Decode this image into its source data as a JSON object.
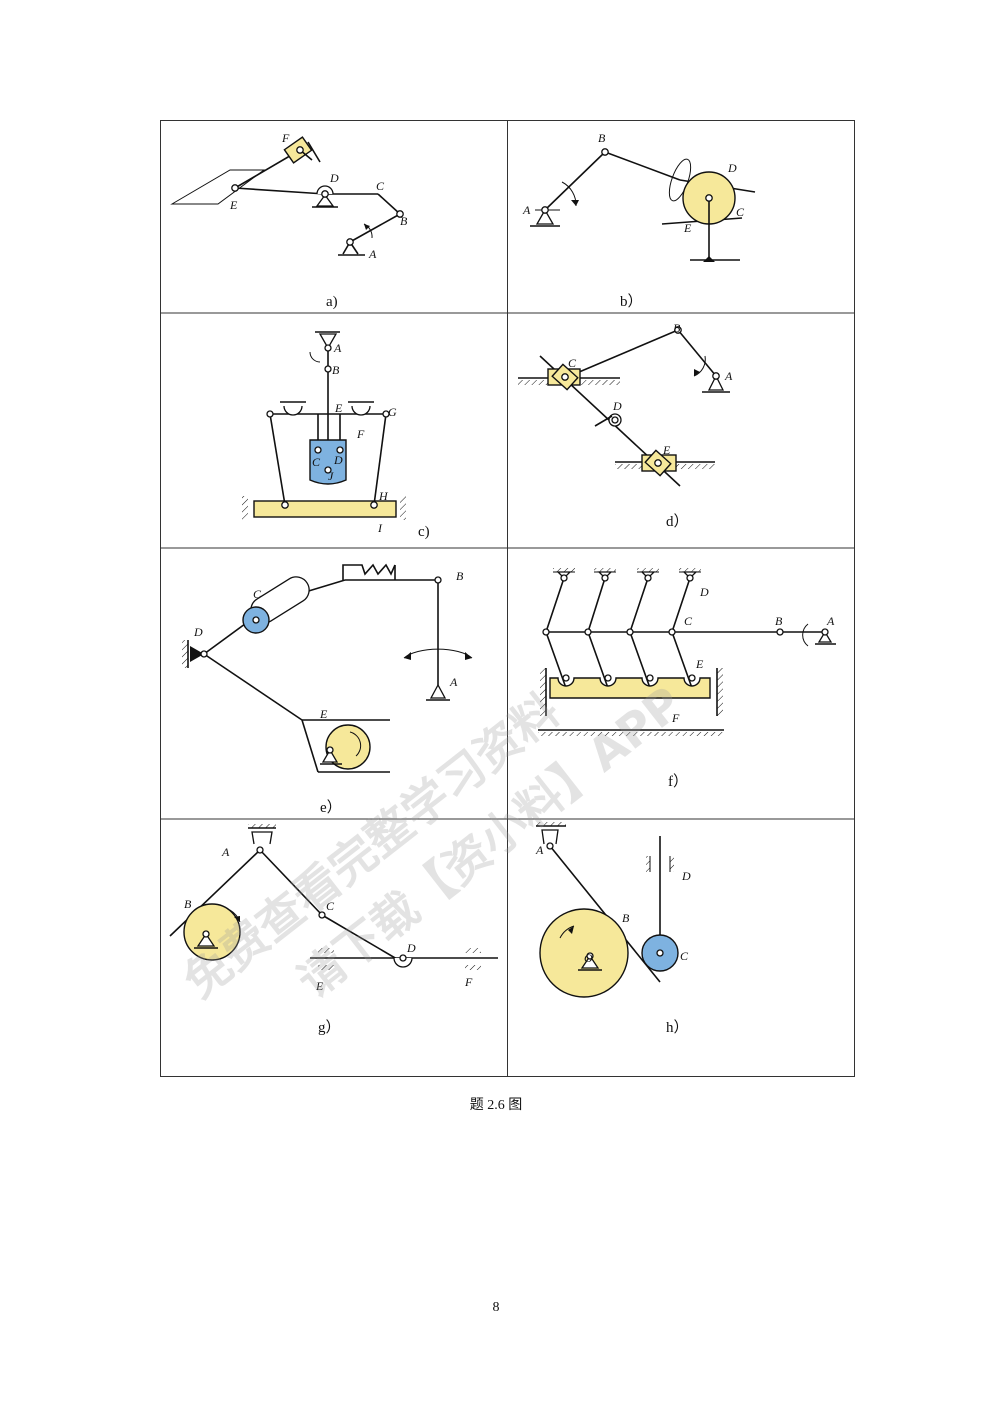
{
  "figures": [
    {
      "id": "a",
      "caption": "a)",
      "labels": [
        "F",
        "D",
        "C",
        "E",
        "B",
        "A"
      ]
    },
    {
      "id": "b",
      "caption": "b）",
      "labels": [
        "B",
        "D",
        "A",
        "C",
        "E"
      ]
    },
    {
      "id": "c",
      "caption": "c)",
      "labels": [
        "A",
        "B",
        "E",
        "G",
        "F",
        "C",
        "D",
        "J",
        "H",
        "I"
      ]
    },
    {
      "id": "d",
      "caption": "d）",
      "labels": [
        "B",
        "C",
        "A",
        "D",
        "E"
      ]
    },
    {
      "id": "e",
      "caption": "e）",
      "labels": [
        "C",
        "B",
        "D",
        "A",
        "E"
      ]
    },
    {
      "id": "f",
      "caption": "f）",
      "labels": [
        "D",
        "C",
        "B",
        "A",
        "E",
        "F"
      ]
    },
    {
      "id": "g",
      "caption": "g）",
      "labels": [
        "A",
        "B",
        "C",
        "D",
        "E",
        "F"
      ]
    },
    {
      "id": "h",
      "caption": "h）",
      "labels": [
        "A",
        "D",
        "B",
        "O",
        "C"
      ]
    }
  ],
  "figure_caption": "题 2.6 图",
  "page_number": "8",
  "watermark": {
    "line1": "免费查看完整学习资料",
    "line2": "请下载【资小料】APP"
  },
  "colors": {
    "yellow": "#f6e89a",
    "blue": "#7eb2e0",
    "border": "#333333"
  }
}
